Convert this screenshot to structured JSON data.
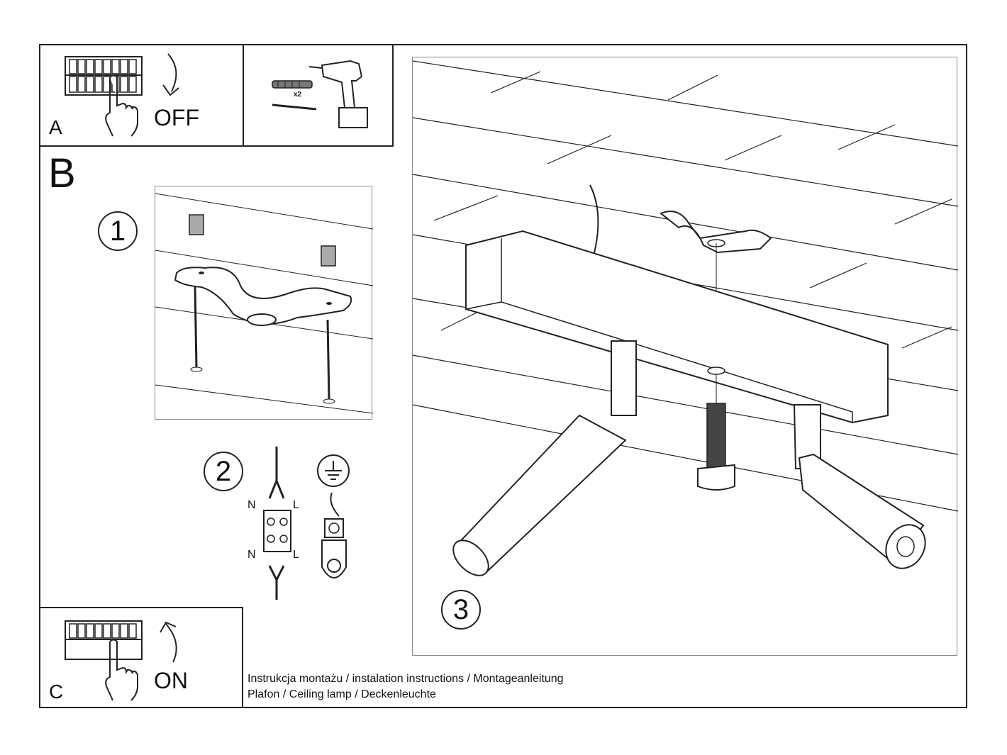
{
  "panels": {
    "a": {
      "letter": "A",
      "action": "OFF"
    },
    "tools": {
      "quantity": "x2"
    },
    "b": {
      "letter": "B"
    },
    "step1": {
      "number": "1"
    },
    "step2": {
      "number": "2",
      "neutral": "N",
      "live": "L"
    },
    "step3": {
      "number": "3"
    },
    "c": {
      "letter": "C",
      "action": "ON"
    }
  },
  "caption": {
    "line1": "Instrukcja montażu / instalation instructions / Montageanleitung",
    "line2": "Plafon / Ceiling lamp / Deckenleuchte"
  },
  "icons": [
    "breaker-panel-icon",
    "hand-icon",
    "arrow-down-icon",
    "drill-icon",
    "wall-plug-icon",
    "screw-icon",
    "ground-symbol-icon",
    "terminal-block-icon",
    "arrow-up-icon"
  ],
  "colors": {
    "line": "#222222",
    "background": "#ffffff"
  }
}
